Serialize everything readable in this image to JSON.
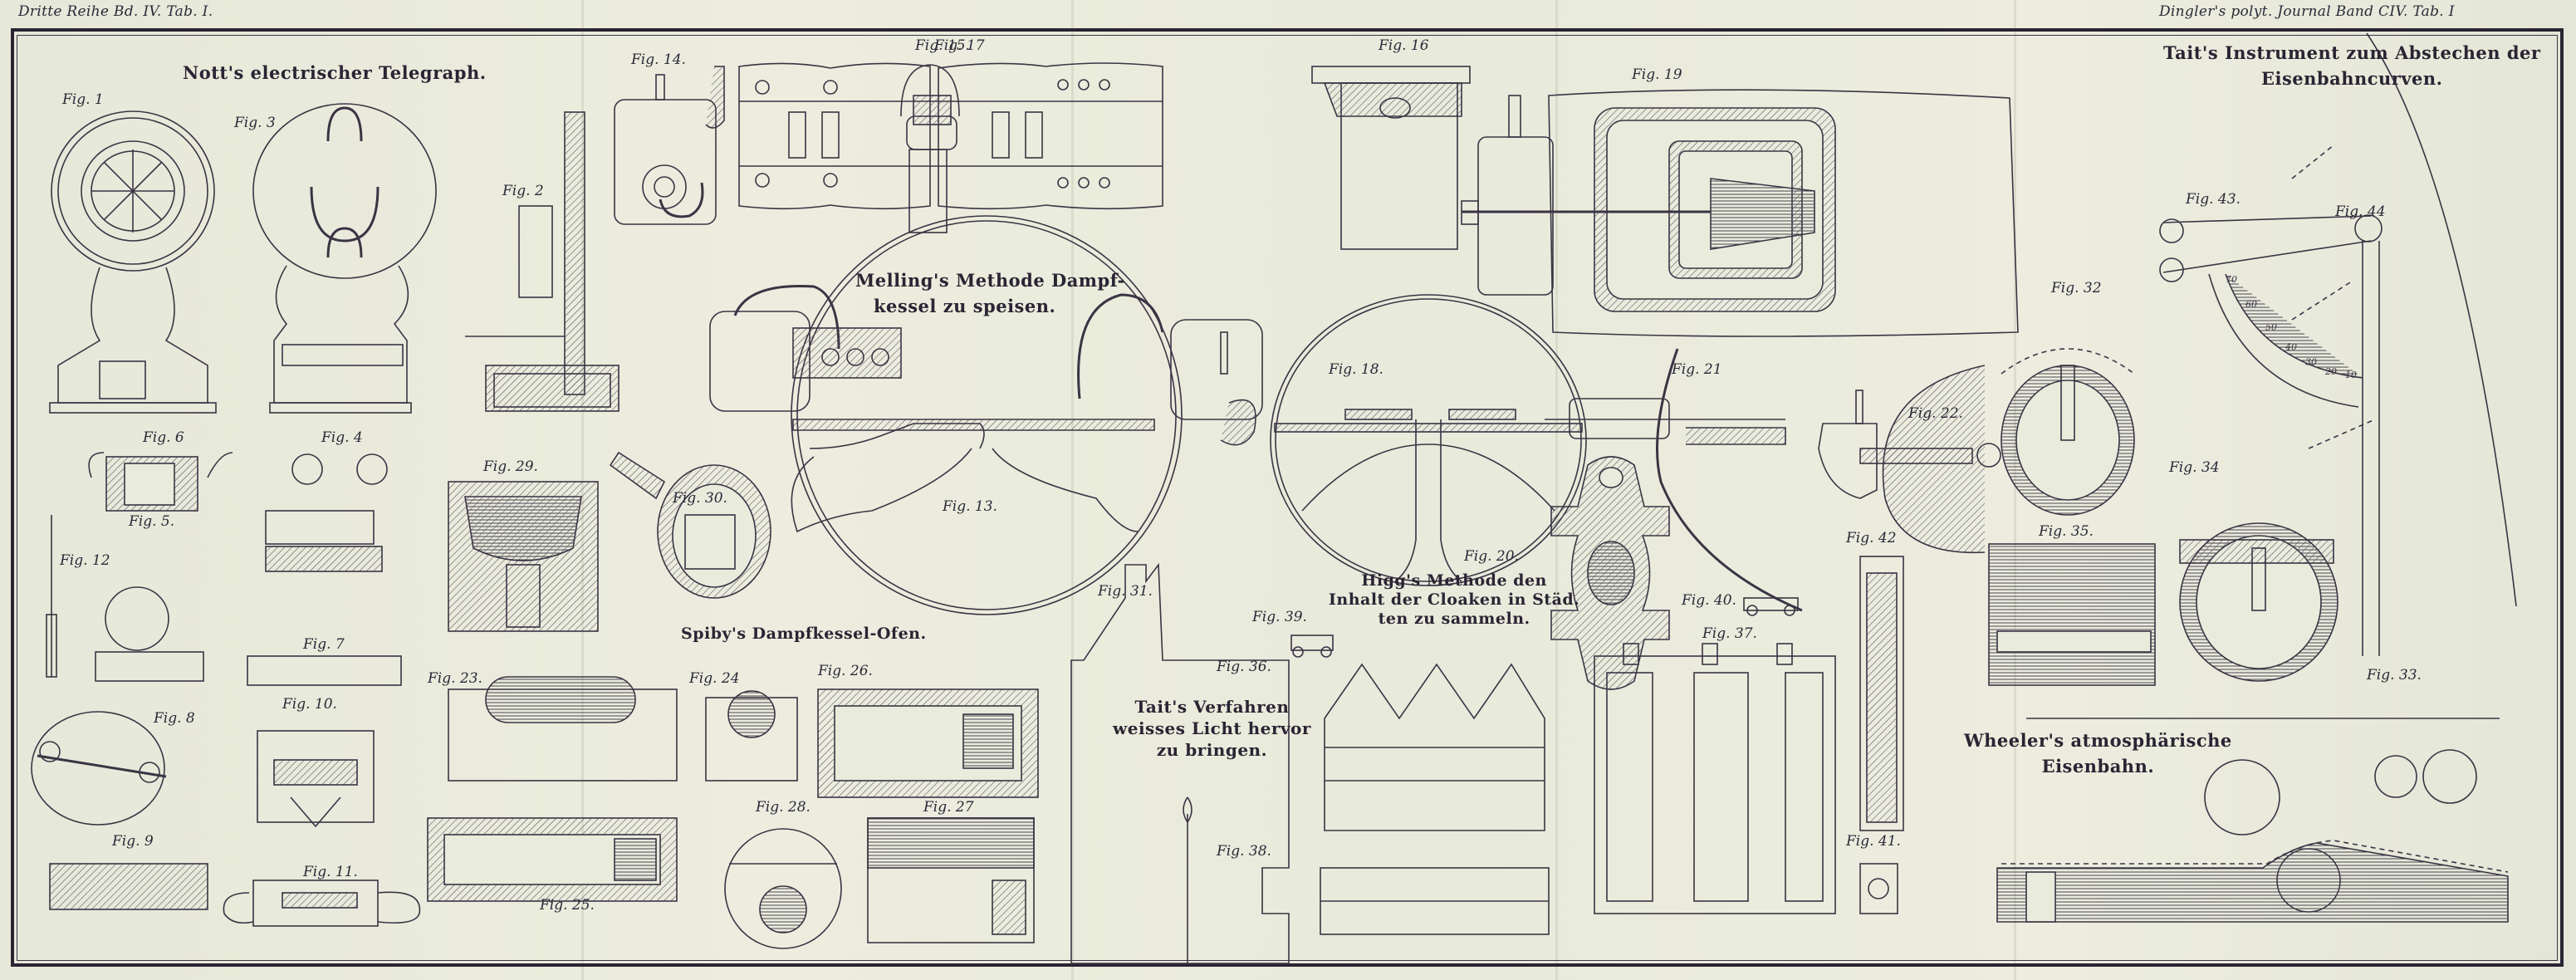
{
  "document": {
    "header_left": "Dritte Reihe Bd. IV. Tab. I.",
    "header_right": "Dingler's polyt. Journal Band CIV. Tab. I"
  },
  "sections": {
    "nott": {
      "line1": "Nott's electrischer Telegraph."
    },
    "melling": {
      "line1": "Melling's Methode Dampf-",
      "line2": "kessel zu speisen."
    },
    "higg": {
      "line1": "Higg's Methode den",
      "line2": "Inhalt der Cloaken in Städ.",
      "line3": "ten zu sammeln."
    },
    "spiby": {
      "line1": "Spiby's Dampfkessel-Ofen."
    },
    "tait_light": {
      "line1": "Tait's Verfahren",
      "line2": "weisses Licht hervor",
      "line3": "zu bringen."
    },
    "tait_instrument": {
      "line1": "Tait's Instrument zum Abstechen der",
      "line2": "Eisenbahncurven."
    },
    "wheeler": {
      "line1": "Wheeler's atmosphärische",
      "line2": "Eisenbahn."
    }
  },
  "figures": {
    "f1": "Fig. 1",
    "f2": "Fig. 2",
    "f3": "Fig. 3",
    "f4": "Fig. 4",
    "f5": "Fig. 5.",
    "f6": "Fig. 6",
    "f7": "Fig. 7",
    "f8": "Fig. 8",
    "f9": "Fig. 9",
    "f10": "Fig. 10.",
    "f11": "Fig. 11.",
    "f12": "Fig. 12",
    "f13": "Fig. 13.",
    "f14": "Fig. 14.",
    "f15": "Fig. 15.",
    "f16": "Fig. 16",
    "f17": "Fig. 17",
    "f18": "Fig. 18.",
    "f19": "Fig. 19",
    "f20": "Fig. 20.",
    "f21": "Fig. 21",
    "f22": "Fig. 22.",
    "f23": "Fig. 23.",
    "f24": "Fig. 24",
    "f25": "Fig. 25.",
    "f26": "Fig. 26.",
    "f27": "Fig. 27",
    "f28": "Fig. 28.",
    "f29": "Fig. 29.",
    "f30": "Fig. 30.",
    "f31": "Fig. 31.",
    "f32": "Fig. 32",
    "f33": "Fig. 33.",
    "f34": "Fig. 34",
    "f35": "Fig. 35.",
    "f36": "Fig. 36.",
    "f37": "Fig. 37.",
    "f38": "Fig. 38.",
    "f39": "Fig. 39.",
    "f40": "Fig. 40.",
    "f41": "Fig. 41.",
    "f42": "Fig. 42",
    "f43": "Fig. 43.",
    "f44": "Fig. 44"
  },
  "scale_labels": [
    "70",
    "60",
    "50",
    "40",
    "30",
    "20",
    "10"
  ],
  "colors": {
    "paper": "#e8eadb",
    "ink": "#2a2433"
  }
}
